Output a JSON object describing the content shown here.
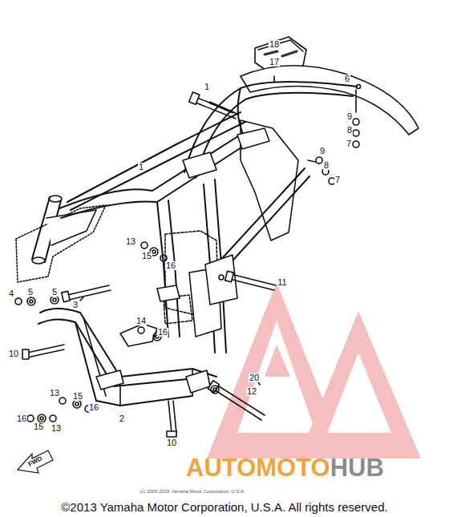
{
  "diagram": {
    "caption": "©2013 Yamaha Motor Corporation, U.S.A. All rights reserved.",
    "labels": [
      "18",
      "17",
      "6",
      "1",
      "9",
      "8",
      "7",
      "9",
      "8",
      "7",
      "1",
      "13",
      "15",
      "16",
      "11",
      "4",
      "5",
      "5",
      "3",
      "14",
      "16",
      "10",
      "20",
      "12",
      "13",
      "15",
      "16",
      "16",
      "15",
      "13",
      "2",
      "10",
      "FWD",
      "AUTOMOTO",
      "HUB",
      "(c) 2005-2015 Yamaha Motor Corporation, U.S.A."
    ]
  }
}
